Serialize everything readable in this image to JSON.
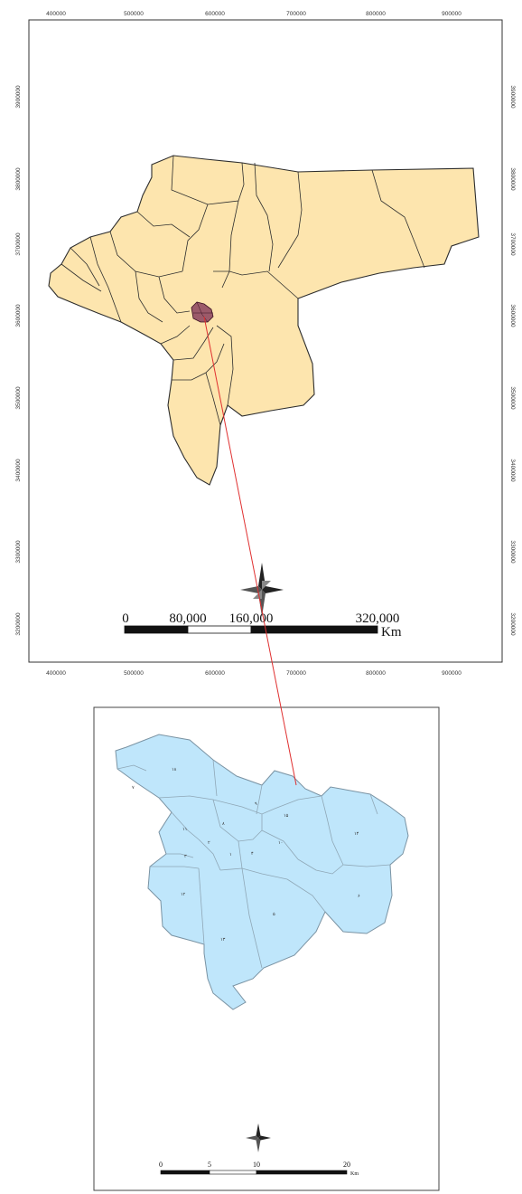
{
  "province_map": {
    "x_ticks": [
      "400000",
      "500000",
      "600000",
      "700000",
      "800000",
      "900000"
    ],
    "y_ticks": [
      "3900000",
      "3800000",
      "3700000",
      "3600000",
      "3500000",
      "3400000",
      "3300000",
      "3200000"
    ],
    "scale_bar": {
      "labels": [
        "0",
        "80,000",
        "160,000",
        "320,000"
      ],
      "unit": "Km"
    },
    "fill_color": "#fde5ae",
    "highlight_color": "#9b5a6a"
  },
  "city_map": {
    "district_labels": [
      "۱۸",
      "۷",
      "۹",
      "۱۵",
      "۸",
      "۱۱",
      "۲",
      "۱۰",
      "۱۴",
      "۳",
      "۱",
      "۴",
      "۱۲",
      "۵",
      "۶",
      "۱۳"
    ],
    "scale_bar": {
      "labels": [
        "0",
        "5",
        "10",
        "20"
      ],
      "unit": "Km"
    },
    "fill_color": "#bfe6fb"
  },
  "connector_color": "#e03030"
}
